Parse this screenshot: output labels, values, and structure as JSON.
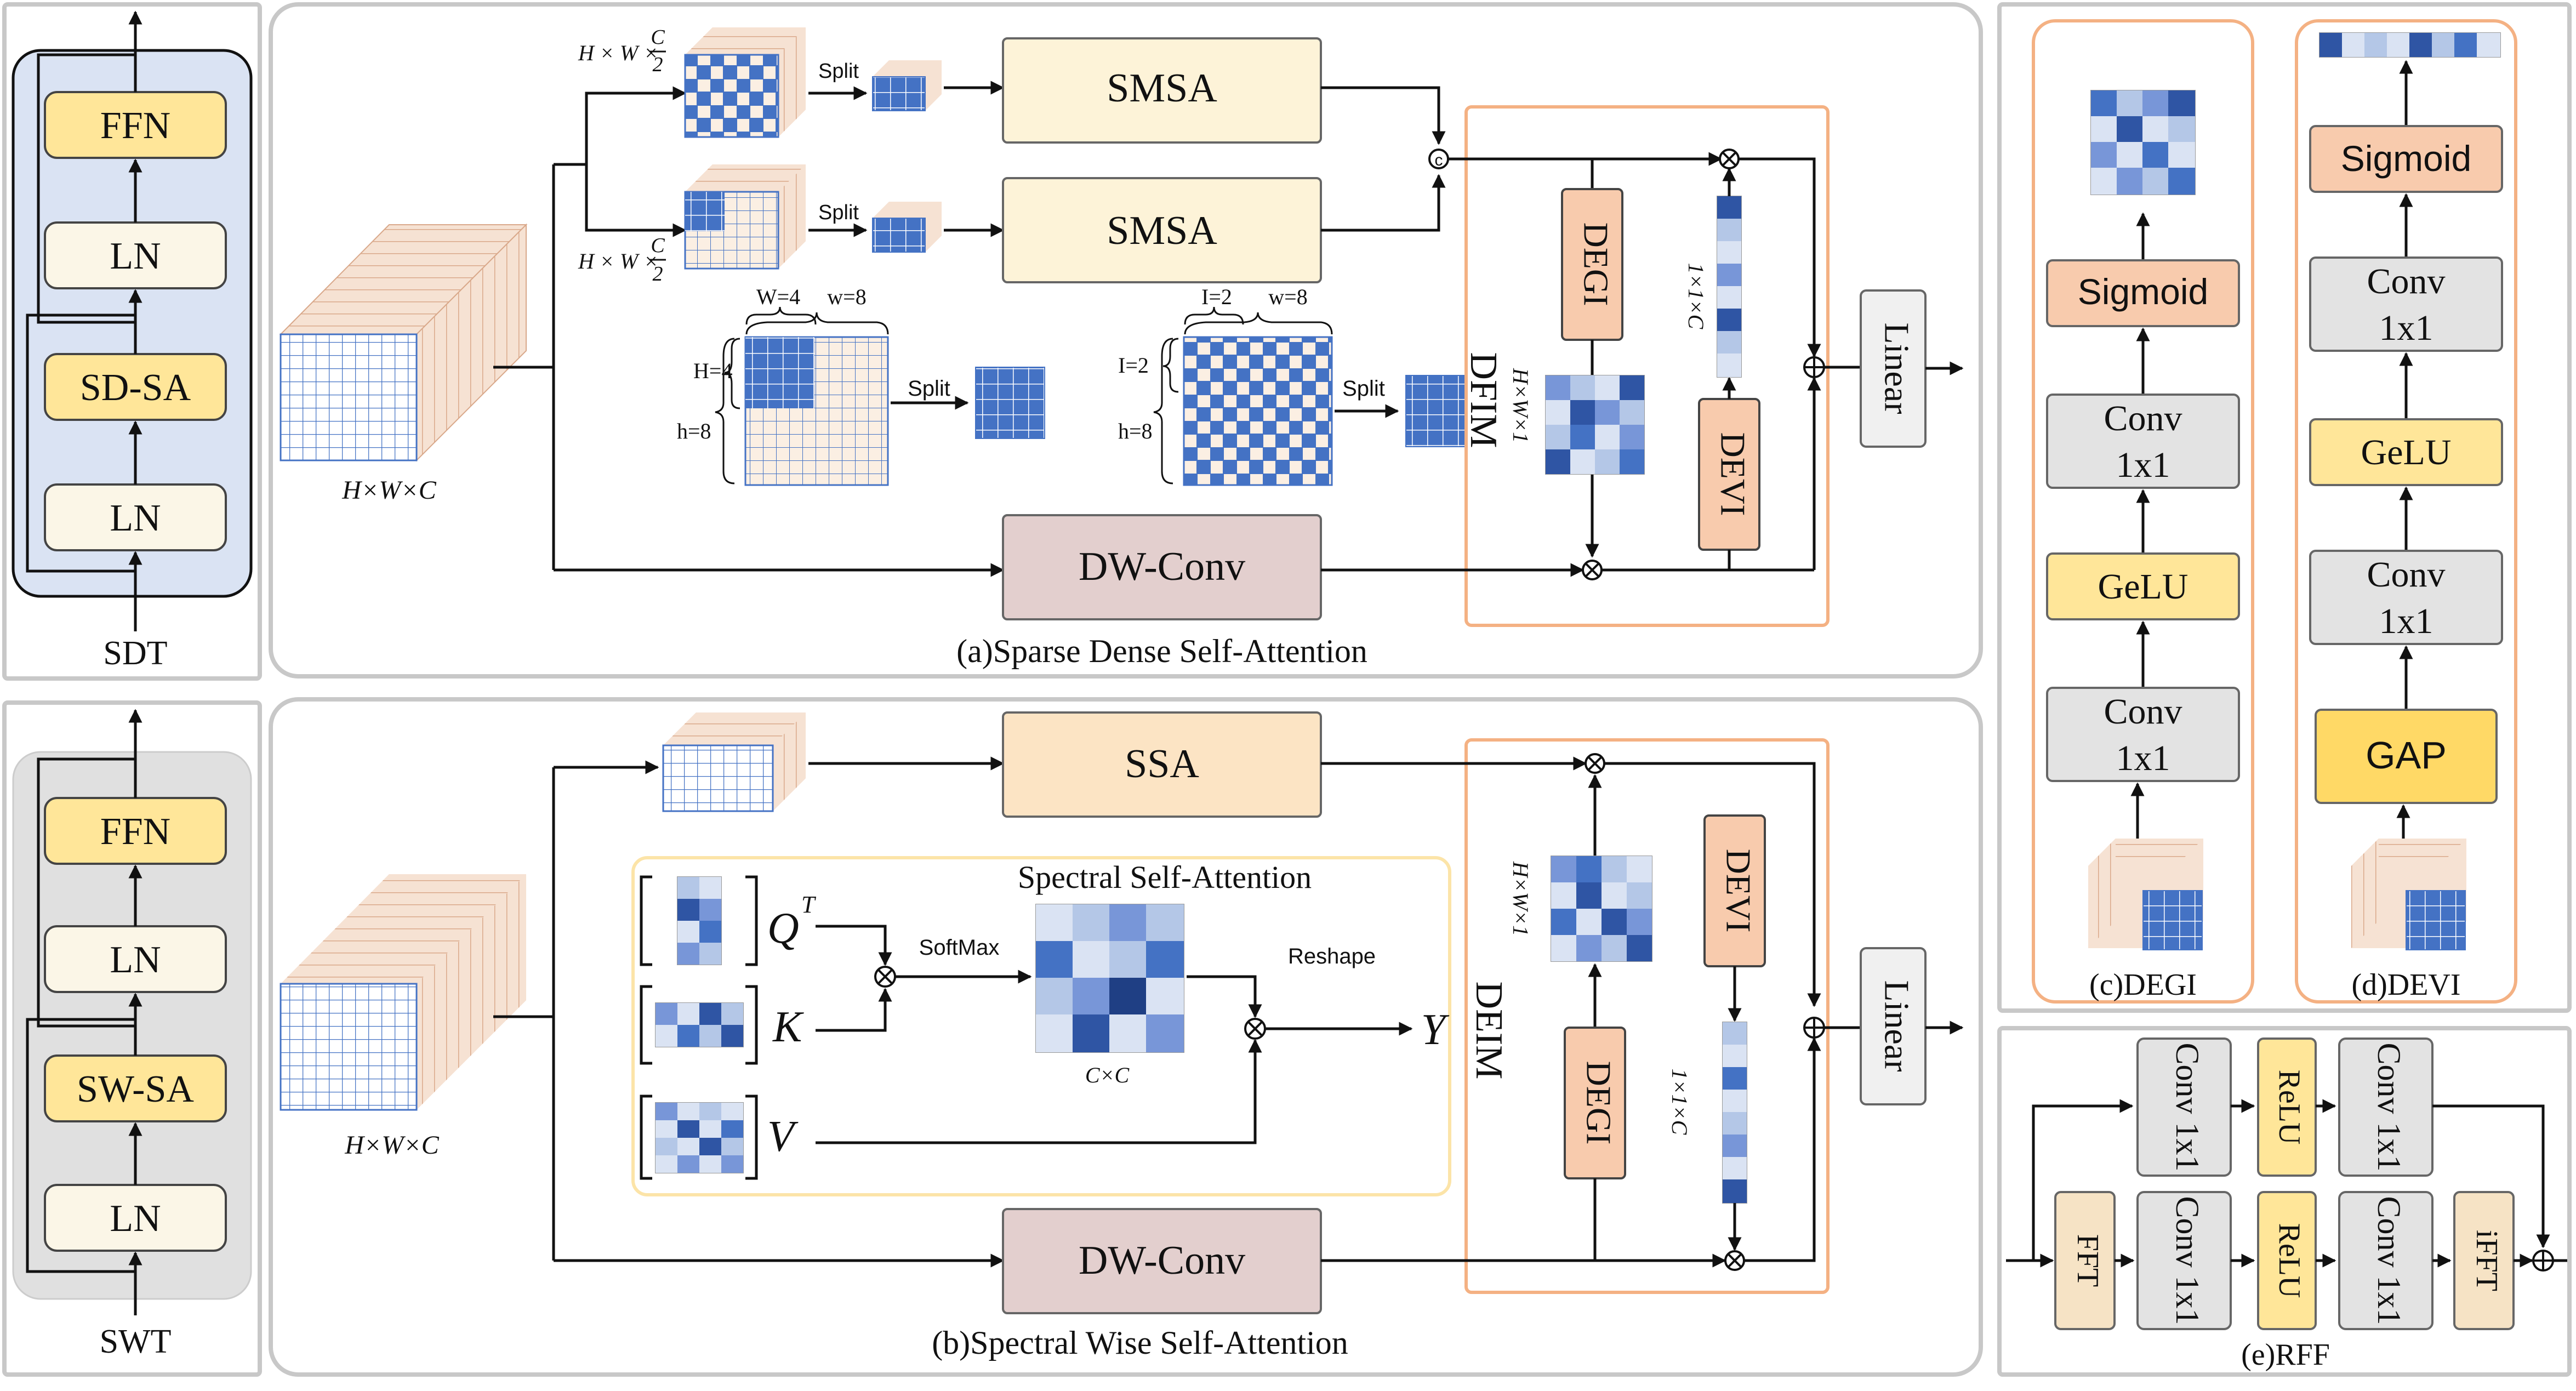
{
  "colors": {
    "yellow_block": "#FFE699",
    "yellow_gap": "#FFD966",
    "cream_block": "#FDF3D8",
    "ln_block": "#FBF6E7",
    "dwconv_block": "#E3CFCE",
    "orange_block": "#F8CBAD",
    "gray_block": "#E3E3E3",
    "linear_block": "#F0F0F0",
    "blue_panel": "#DAE3F3",
    "gray_panel": "#E0E0E0",
    "tensor_side": "#F3D9C6",
    "grid_blue": "#4472C4",
    "panel_border": "#C8C8C8",
    "dfim_border": "#F4B183"
  },
  "sdt": {
    "caption": "SDT",
    "ffn": "FFN",
    "ln_upper": "LN",
    "sdsa": "SD-SA",
    "ln_lower": "LN"
  },
  "swt": {
    "caption": "SWT",
    "ffn": "FFN",
    "ln_upper": "LN",
    "swsa": "SW-SA",
    "ln_lower": "LN"
  },
  "panel_a": {
    "caption": "(a)Sparse Dense Self-Attention",
    "input_label": "H×W×C",
    "dim_top": "H × W × ",
    "dim_top_frac_num": "C",
    "dim_top_frac_den": "2",
    "dim_bottom": "H × W × ",
    "dim_bottom_frac_num": "C",
    "dim_bottom_frac_den": "2",
    "split1": "Split",
    "split2": "Split",
    "smsa1": "SMSA",
    "smsa2": "SMSA",
    "dense_W": "W=4",
    "dense_w": "w=8",
    "dense_H": "H=4",
    "dense_h": "h=8",
    "dense_split": "Split",
    "sparse_I": "I=2",
    "sparse_w": "w=8",
    "sparse_I2": "I=2",
    "sparse_h": "h=8",
    "sparse_split": "Split",
    "dwconv": "DW-Conv",
    "dfim": "DFIM",
    "dfim_dim": "H×W×1",
    "degi": "DEGI",
    "devi": "DEVI",
    "vec_dim": "1×1×C",
    "concat": "c",
    "linear": "Linear"
  },
  "panel_b": {
    "caption": "(b)Spectral Wise Self-Attention",
    "input_label": "H×W×C",
    "ssa": "SSA",
    "spectral_title": "Spectral Self-Attention",
    "q_label": "Q",
    "q_sup": "T",
    "k_label": "K",
    "v_label": "V",
    "softmax": "SoftMax",
    "reshape": "Reshape",
    "cc_label": "C×C",
    "y_label": "Y",
    "dwconv": "DW-Conv",
    "deim": "DEIM",
    "deim_dim": "H×W×1",
    "devi": "DEVI",
    "degi": "DEGI",
    "vec_dim": "1×1×C",
    "linear": "Linear"
  },
  "panel_c": {
    "caption": "(c)DEGI",
    "sigmoid": "Sigmoid",
    "conv_upper_1": "Conv",
    "conv_upper_2": "1x1",
    "gelu": "GeLU",
    "conv_lower_1": "Conv",
    "conv_lower_2": "1x1"
  },
  "panel_d": {
    "caption": "(d)DEVI",
    "sigmoid": "Sigmoid",
    "conv_upper_1": "Conv",
    "conv_upper_2": "1x1",
    "gelu": "GeLU",
    "conv_lower_1": "Conv",
    "conv_lower_2": "1x1",
    "gap": "GAP"
  },
  "panel_e": {
    "caption": "(e)RFF",
    "conv_a": "Conv 1x1",
    "relu_a": "ReLU",
    "conv_b": "Conv 1x1",
    "fft": "FFT",
    "conv_c": "Conv 1x1",
    "relu_b": "ReLU",
    "conv_d": "Conv 1x1",
    "ifft": "iFFT"
  }
}
